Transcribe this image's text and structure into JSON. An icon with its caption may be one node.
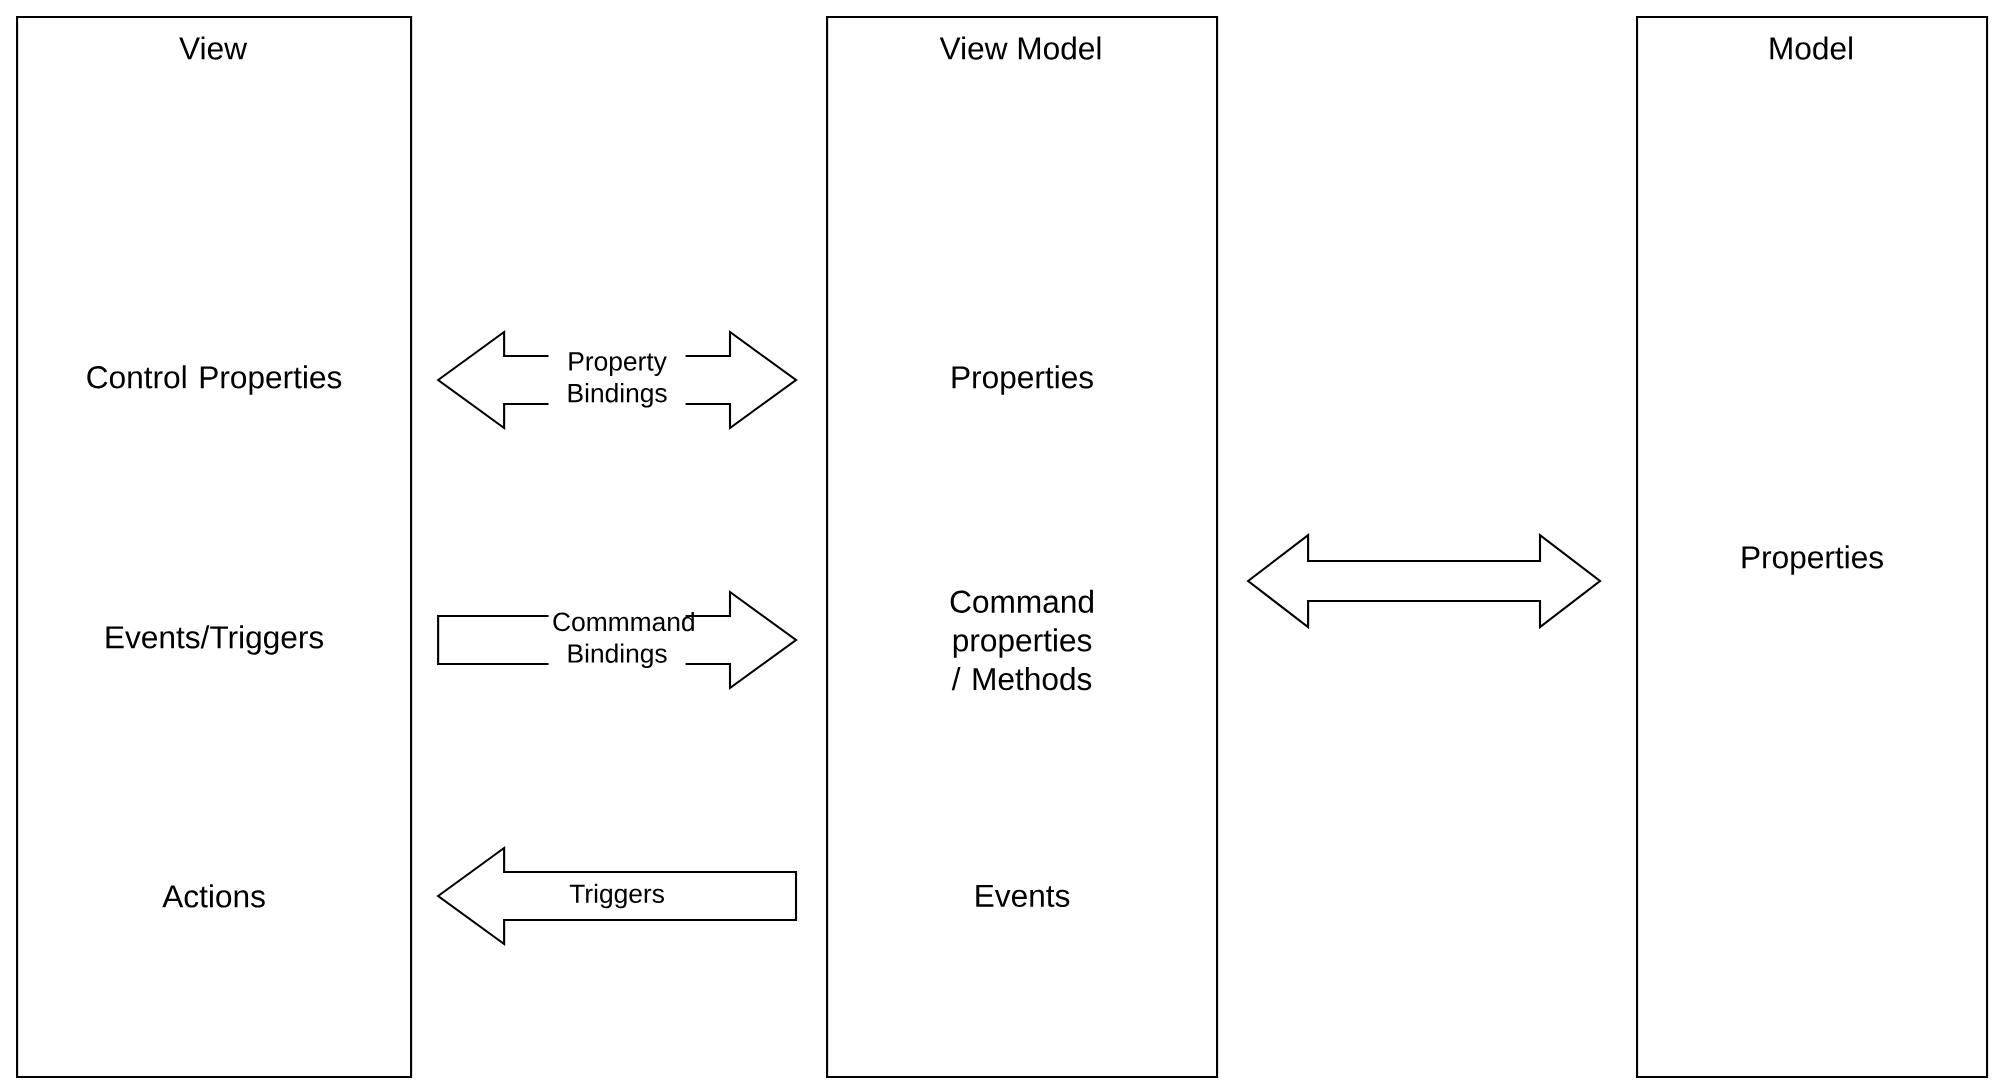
{
  "diagram": {
    "nodes": [
      {
        "text": [
          "View"
        ]
      },
      {
        "text": [
          "Control Properties"
        ],
        "in": 0
      },
      {
        "text": [
          "Events/Triggers"
        ],
        "in": 0
      },
      {
        "text": [
          "Actions"
        ],
        "in": 0
      },
      {
        "text": [
          "View Model"
        ]
      },
      {
        "text": [
          "Properties"
        ],
        "in": 4
      },
      {
        "text": [
          "Command properties / Methods"
        ],
        "in": 4
      },
      {
        "text": [
          "Events"
        ],
        "in": 4
      },
      {
        "text": [
          "Model"
        ]
      },
      {
        "text": [
          "Properties"
        ],
        "in": 8
      }
    ],
    "edges": [
      {
        "from": 1,
        "to": 5,
        "arrow": "both",
        "label": "Property Bindings"
      },
      {
        "from": 2,
        "to": 6,
        "arrow": "to",
        "label": "Commmand Bindings"
      },
      {
        "from": 7,
        "to": 3,
        "arrow": "to",
        "label": "Triggers"
      },
      {
        "from": 4,
        "to": 8,
        "arrow": "both"
      }
    ]
  }
}
